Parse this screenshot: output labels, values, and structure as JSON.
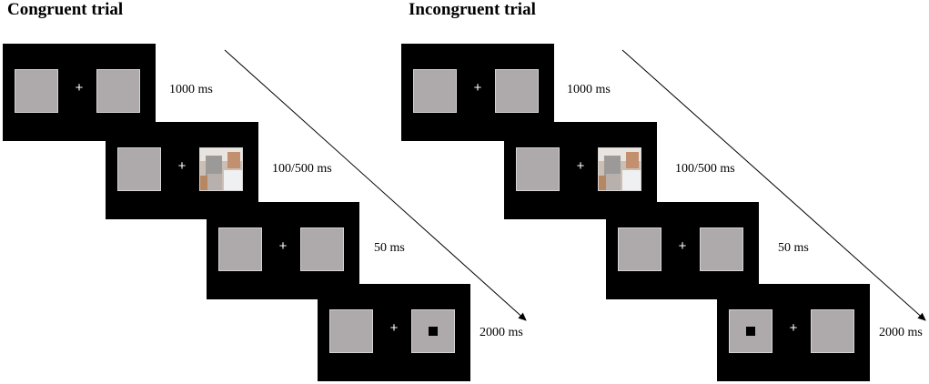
{
  "panels": [
    {
      "title": "Congruent trial",
      "frames": [
        {
          "fixation": "+",
          "left": "blank",
          "right": "blank",
          "duration": "1000 ms"
        },
        {
          "fixation": "+",
          "left": "blank",
          "right": "photo",
          "duration": "100/500 ms"
        },
        {
          "fixation": "+",
          "left": "blank",
          "right": "blank",
          "duration": "50 ms"
        },
        {
          "fixation": "+",
          "left": "blank",
          "right": "probe",
          "duration": "2000 ms"
        }
      ]
    },
    {
      "title": "Incongruent trial",
      "frames": [
        {
          "fixation": "+",
          "left": "blank",
          "right": "blank",
          "duration": "1000 ms"
        },
        {
          "fixation": "+",
          "left": "blank",
          "right": "photo",
          "duration": "100/500 ms"
        },
        {
          "fixation": "+",
          "left": "blank",
          "right": "blank",
          "duration": "50 ms"
        },
        {
          "fixation": "+",
          "left": "probe",
          "right": "blank",
          "duration": "2000 ms"
        }
      ]
    }
  ],
  "colors": {
    "screen": "#000000",
    "placeholder": "#aeaaab",
    "fixation": "#ffffff",
    "probe": "#000000"
  },
  "icons": [
    "time-arrow-icon",
    "probe-dot-icon",
    "fixation-cross-icon"
  ]
}
